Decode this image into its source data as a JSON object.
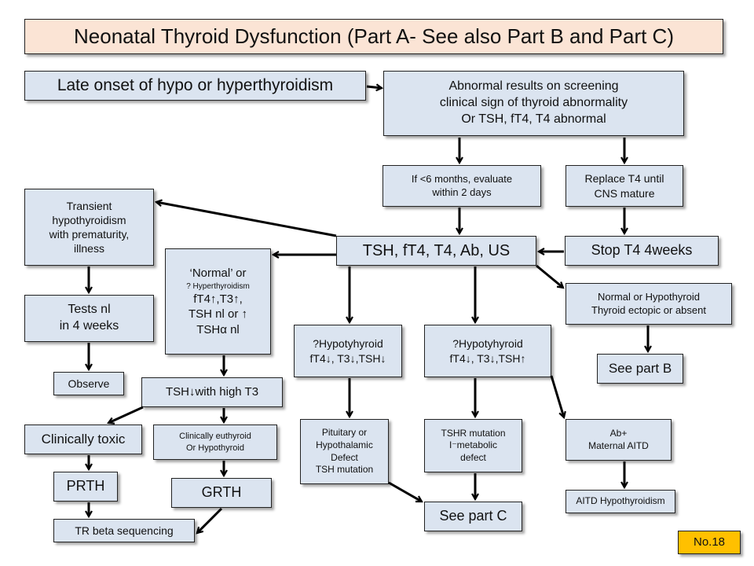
{
  "title": "Neonatal Thyroid Dysfunction (Part A- See also Part B and Part C)",
  "nodes": {
    "late_onset": [
      "Late onset of hypo or hyperthyroidism"
    ],
    "abnormal": [
      "Abnormal results on screening",
      "clinical sign of thyroid abnormality",
      "Or TSH, fT4, T4 abnormal"
    ],
    "if6months": [
      "If <6 months, evaluate",
      "within 2 days"
    ],
    "replace_t4": [
      "Replace T4 until",
      "CNS mature"
    ],
    "transient": [
      "Transient",
      "hypothyroidism",
      "with prematurity,",
      "illness"
    ],
    "tsh_tests": [
      "TSH, fT4, T4, Ab, US"
    ],
    "stop_t4": [
      "Stop T4 4weeks"
    ],
    "normal_hyper": [
      "‘Normal’ or",
      "? Hyperthyroidism",
      "fT4↑,T3↑,",
      "TSH nl or ↑",
      "TSHα nl"
    ],
    "tests_nl": [
      "Tests nl",
      "in 4 weeks"
    ],
    "normal_hypo": [
      "Normal or Hypothyroid",
      "Thyroid ectopic or absent"
    ],
    "hypo_low": [
      "?Hypotyhyroid",
      "fT4↓, T3↓,TSH↓"
    ],
    "hypo_high": [
      "?Hypotyhyroid",
      "fT4↓, T3↓,TSH↑"
    ],
    "see_b": [
      "See part B"
    ],
    "observe": [
      "Observe"
    ],
    "tsh_low_t3": [
      "TSH↓with high T3"
    ],
    "clin_toxic": [
      "Clinically toxic"
    ],
    "clin_euthyroid": [
      "Clinically euthyroid",
      "Or Hypothyroid"
    ],
    "pituitary": [
      "Pituitary or",
      "Hypothalamic",
      "Defect",
      "TSH mutation"
    ],
    "tshr": [
      "TSHR mutation",
      "I⁻metabolic",
      "defect"
    ],
    "ab_plus": [
      "Ab+",
      "Maternal AITD"
    ],
    "prth": [
      "PRTH"
    ],
    "grth": [
      "GRTH"
    ],
    "see_c": [
      "See part C"
    ],
    "aitd_hypo": [
      "AITD Hypothyroidism"
    ],
    "tr_beta": [
      "TR beta sequencing"
    ]
  },
  "badge": "No.18",
  "colors": {
    "title_bg": "#fbe4d5",
    "node_bg": "#dbe4f0",
    "badge_bg": "#ffc000",
    "arrow": "#000000"
  }
}
